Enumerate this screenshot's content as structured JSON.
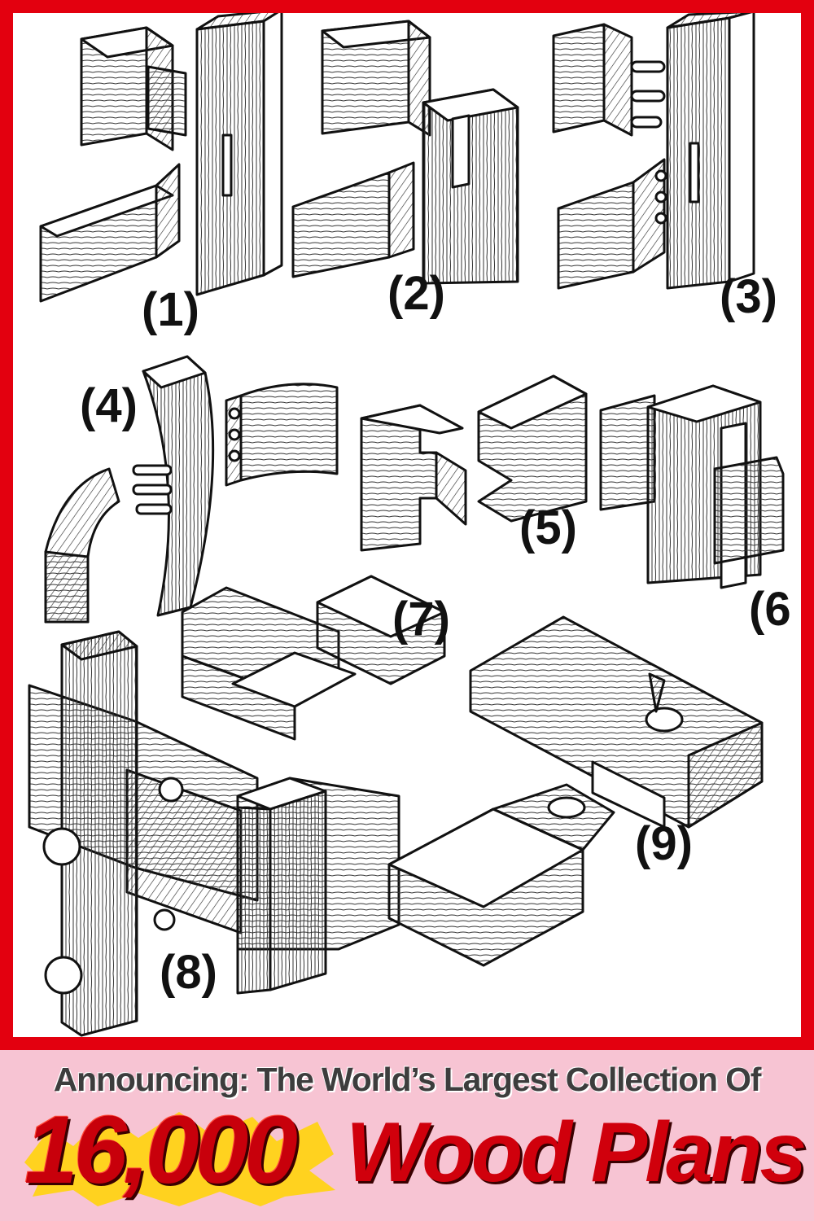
{
  "figure_labels": {
    "one": "(1)",
    "two": "(2)",
    "three": "(3)",
    "four": "(4)",
    "five": "(5)",
    "six": "(6",
    "seven": "(7)",
    "eight": "(8)",
    "nine": "(9)"
  },
  "banner": {
    "headline": "Announcing: The World’s Largest Collection Of",
    "number": "16,000",
    "words": "Wood Plans"
  },
  "colors": {
    "frame": "#e3000f",
    "banner_bg": "#f7c4d3",
    "title_red": "#d0000c",
    "splash_yellow": "#ffd21f"
  }
}
